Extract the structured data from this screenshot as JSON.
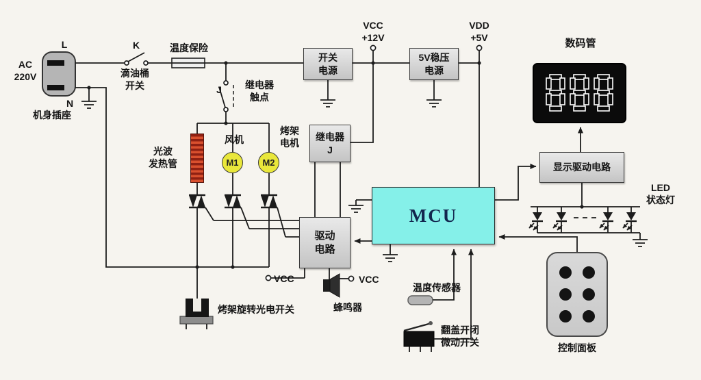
{
  "colors": {
    "bg": "#f6f4ef",
    "wire": "#1c1c1c",
    "box-a": "#e9e9e9",
    "box-b": "#c4c4c4",
    "box-border": "#3c3c3c",
    "mcu-fill": "#85f0e9",
    "mcu-text": "#12264e",
    "motor": "#e9e73b",
    "heater-a": "#8f2012",
    "heater-b": "#d9502e",
    "digit-bg": "#0b0b0b",
    "digit-seg": "#ffffff",
    "panel": "#c9c9c9"
  },
  "mains": {
    "ac": "AC",
    "voltage": "220V",
    "live": "L",
    "neutral": "N",
    "socket": "机身插座",
    "k": "K",
    "drip_switch": [
      "滴油桶",
      "开关"
    ],
    "fuse": "温度保险",
    "j": "J",
    "relay_contact": [
      "继电器",
      "触点"
    ]
  },
  "power": {
    "smps": [
      "开关",
      "电源"
    ],
    "vcc12": [
      "VCC",
      "+12V"
    ],
    "reg5v": [
      "5V稳压",
      "电源"
    ],
    "vdd5": [
      "VDD",
      "+5V"
    ]
  },
  "loads": {
    "heater": [
      "光波",
      "发热管"
    ],
    "fan": "风机",
    "fan_motor": "M1",
    "grill": [
      "烤架",
      "电机"
    ],
    "grill_motor": "M2"
  },
  "relay_box": [
    "继电器",
    "J"
  ],
  "driver_box": [
    "驱动",
    "电路"
  ],
  "mcu": "MCU",
  "display": {
    "tube": "数码管",
    "digits": "888",
    "driver": "显示驱动电路",
    "led": [
      "LED",
      "状态灯"
    ]
  },
  "io": {
    "vcc_driver": "VCC",
    "buzzer": "蜂鸣器",
    "vcc_buzzer": "VCC",
    "photo_switch": "烤架旋转光电开关",
    "temp_sensor": "温度传感器",
    "lid_switch": [
      "翻盖开闭",
      "微动开关"
    ],
    "panel": "控制面板"
  }
}
